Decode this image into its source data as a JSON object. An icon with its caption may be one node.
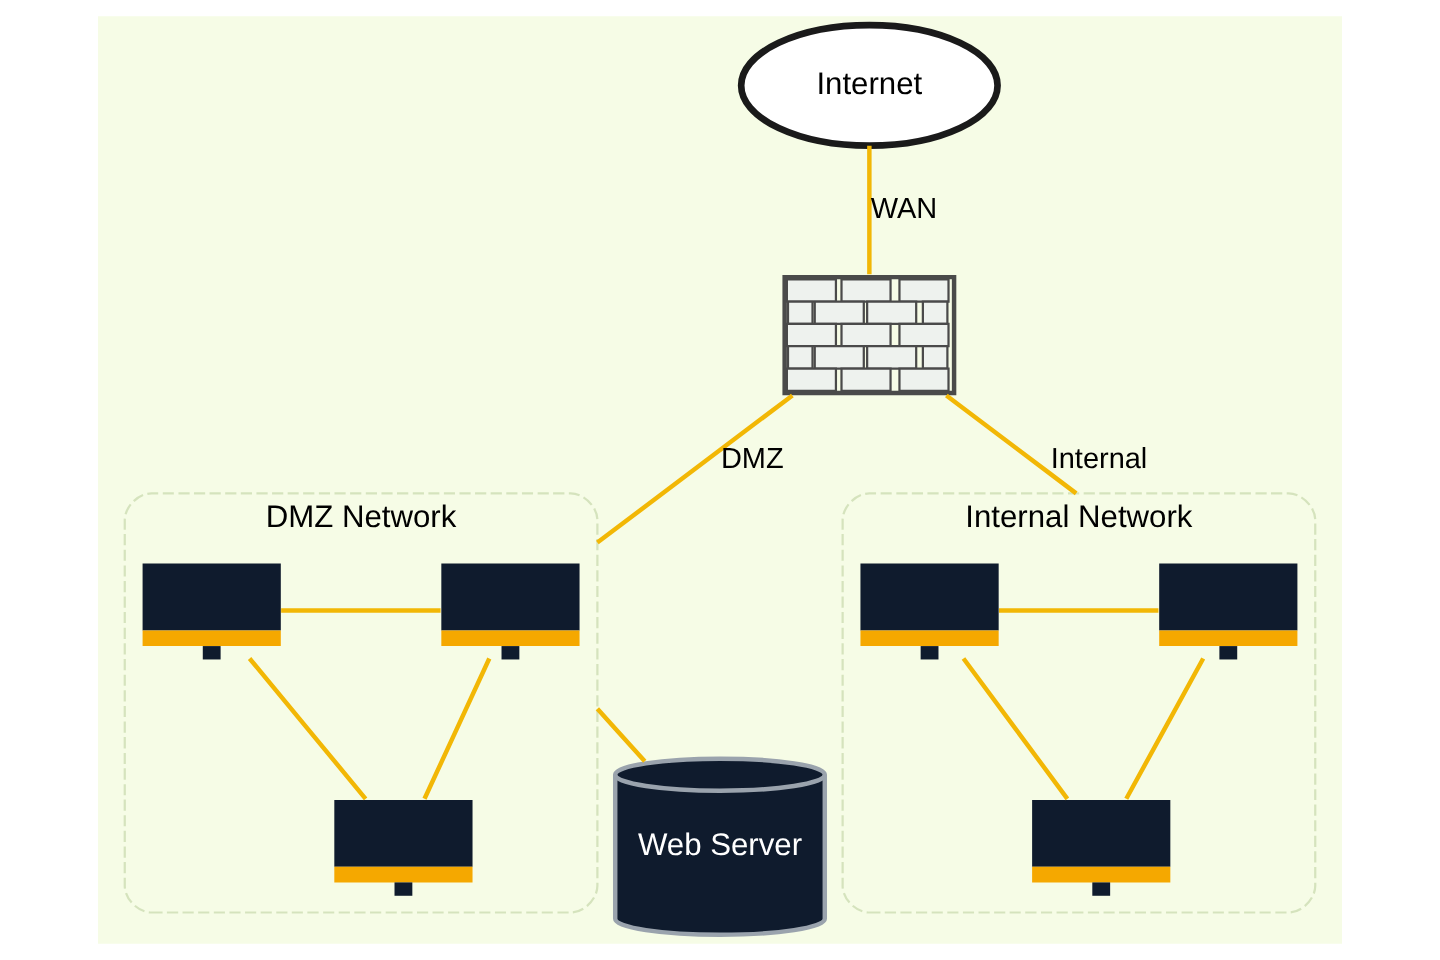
{
  "diagram": {
    "nodes": [
      {
        "text": [
          "Internet"
        ]
      },
      {
        "text": [
          "DMZ Network"
        ]
      },
      {
        "text": [],
        "shape": "monitor",
        "in": 1
      },
      {
        "text": [],
        "shape": "monitor",
        "in": 1
      },
      {
        "text": [],
        "shape": "monitor",
        "in": 1
      },
      {
        "text": [],
        "shape": "wall"
      },
      {
        "text": [
          "Web Server"
        ]
      },
      {
        "text": [
          "Internal Network"
        ]
      },
      {
        "text": [],
        "shape": "monitor",
        "in": 7
      },
      {
        "text": [],
        "shape": "monitor",
        "in": 7
      },
      {
        "text": [],
        "shape": "monitor",
        "in": 7
      }
    ],
    "edges": [
      {
        "from": 0,
        "to": 5,
        "arrow": "none",
        "label": "WAN"
      },
      {
        "from": 2,
        "to": 3,
        "arrow": "none"
      },
      {
        "from": 2,
        "to": 4,
        "arrow": "none"
      },
      {
        "from": 3,
        "to": 4,
        "arrow": "none"
      },
      {
        "from": 5,
        "to": 1,
        "arrow": "none",
        "label": "DMZ"
      },
      {
        "from": 1,
        "to": 6,
        "arrow": "none"
      },
      {
        "from": 5,
        "to": 7,
        "arrow": "none",
        "label": "Internal"
      },
      {
        "from": 8,
        "to": 9,
        "arrow": "none"
      },
      {
        "from": 8,
        "to": 10,
        "arrow": "none"
      },
      {
        "from": 9,
        "to": 10,
        "arrow": "none"
      }
    ]
  }
}
